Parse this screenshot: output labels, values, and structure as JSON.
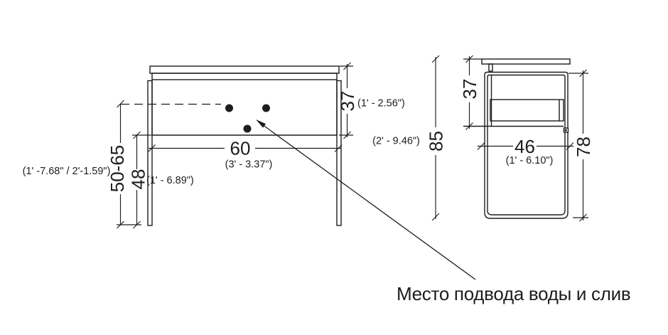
{
  "front_view": {
    "width": {
      "value": "60",
      "imperial": "(3' - 3.37\")"
    },
    "countertop_height": {
      "value": "37",
      "imperial": "(1' - 2.56\")"
    },
    "supply_height_range": {
      "value": "50-65",
      "imperial": "(1' -7.68\" / 2'-1.59\")"
    },
    "clearance_height": {
      "value": "48",
      "imperial": "(1' - 6.89\")"
    },
    "total_height": {
      "value": "85",
      "imperial": "(2' - 9.46\")"
    }
  },
  "side_view": {
    "top_section_height": {
      "value": "37"
    },
    "depth": {
      "value": "46",
      "imperial": "(1' - 6.10\")"
    },
    "body_height": {
      "value": "78"
    }
  },
  "annotation": {
    "water_note": "Место подвода воды и слив"
  },
  "colors": {
    "line": "#1d1d1b",
    "background": "#ffffff"
  }
}
